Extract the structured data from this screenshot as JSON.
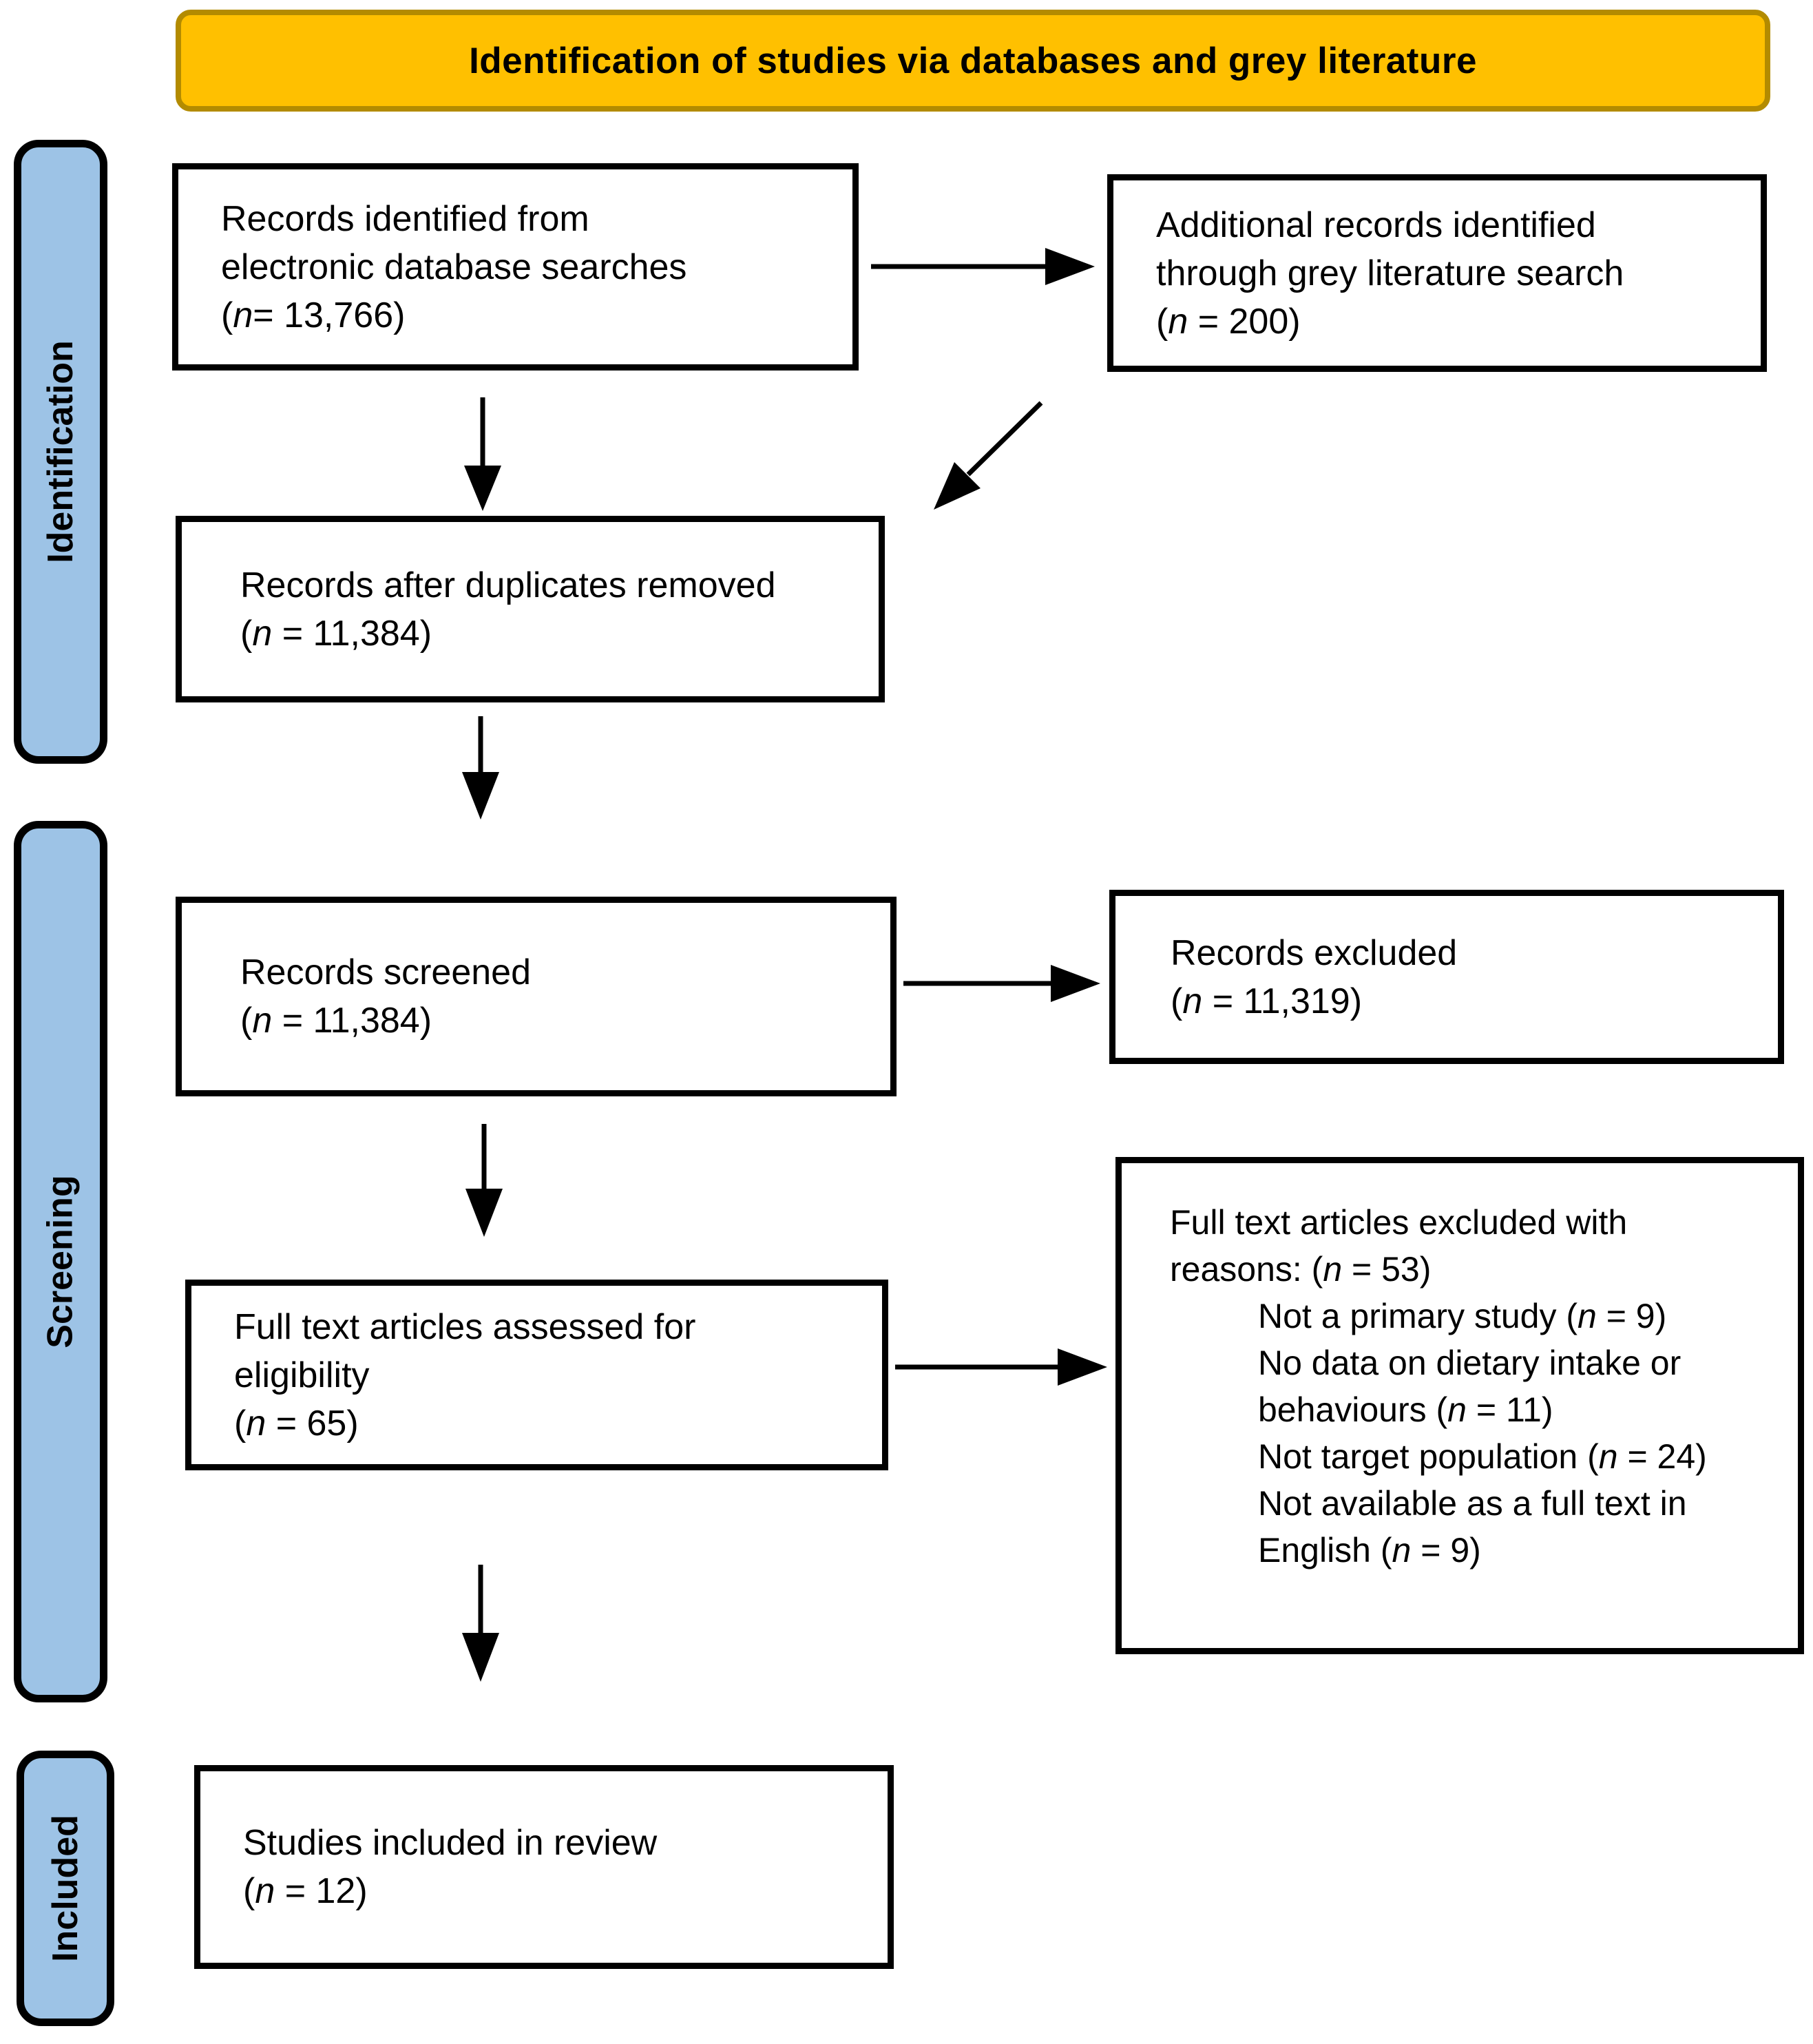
{
  "banner": {
    "title": "Identification of studies via databases and grey literature",
    "bg_color": "#FFC000",
    "border_color": "#B38B00"
  },
  "rails": [
    {
      "label": "Identification"
    },
    {
      "label": "Screening"
    },
    {
      "label": "Included"
    }
  ],
  "rail_color": "#9DC3E6",
  "boxes": {
    "identified": {
      "lines": [
        "Records identified from",
        "electronic database searches",
        "(n= 13,766)"
      ]
    },
    "grey": {
      "lines": [
        "Additional records identified",
        "through grey literature search",
        "(n = 200)"
      ]
    },
    "dedup": {
      "lines": [
        "Records after duplicates removed",
        "(n = 11,384)"
      ]
    },
    "screened": {
      "lines": [
        "Records screened",
        "(n = 11,384)"
      ]
    },
    "excluded": {
      "lines": [
        "Records excluded",
        "(n = 11,319)"
      ]
    },
    "fulltext": {
      "lines": [
        "Full text articles assessed for",
        "eligibility",
        "(n = 65)"
      ]
    },
    "reasons": {
      "lines": [
        "Full text articles excluded with",
        "reasons: (n = 53)"
      ],
      "sub_lines": [
        "Not a primary study (n = 9)",
        "No data on dietary intake or",
        "behaviours (n = 11)",
        "Not target population (n = 24)",
        "Not available as a full text in",
        "English (n = 9)"
      ]
    },
    "included_studies": {
      "lines": [
        "Studies included in review",
        "(n = 12)"
      ]
    }
  }
}
